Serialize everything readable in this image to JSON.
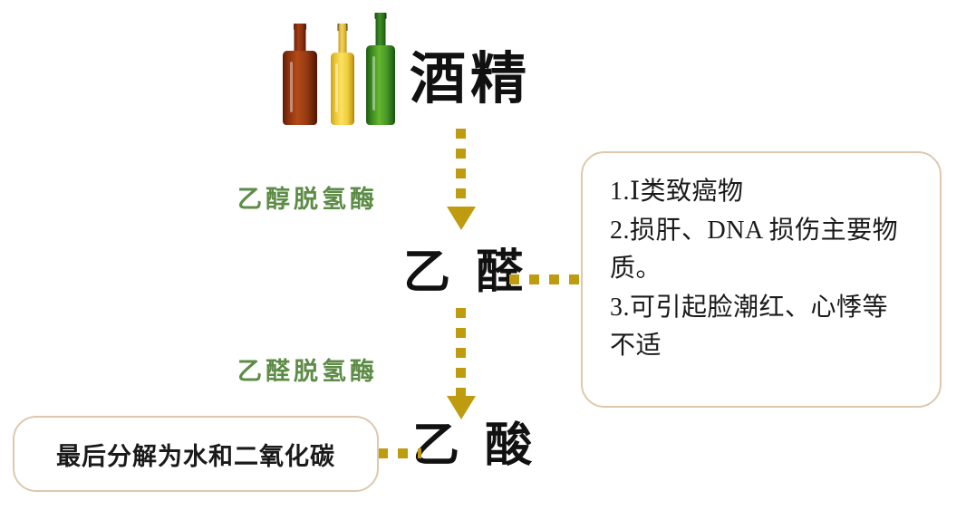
{
  "diagram": {
    "title_node": "酒精",
    "nodes": [
      {
        "id": "alcohol",
        "label": "酒精"
      },
      {
        "id": "acetaldehyde",
        "label": "乙 醛"
      },
      {
        "id": "acetic_acid",
        "label": "乙 酸"
      }
    ],
    "enzymes": [
      {
        "id": "adh",
        "label": "乙醇脱氢酶"
      },
      {
        "id": "aldh",
        "label": "乙醛脱氢酶"
      }
    ],
    "effects_box": {
      "lines": [
        "1.Ⅰ类致癌物",
        "2.损肝、DNA 损伤主要物",
        "质。",
        "3.可引起脸潮红、心悸等",
        "不适"
      ]
    },
    "final_box": {
      "text": "最后分解为水和二氧化碳"
    },
    "bottles": [
      {
        "id": "red",
        "name": "dark-red-bottle"
      },
      {
        "id": "amber",
        "name": "amber-bottle"
      },
      {
        "id": "green",
        "name": "green-bottle"
      }
    ],
    "colors": {
      "arrow": "#bf9b10",
      "enzyme_text": "#5d8c47",
      "box_border": "#ddc8ae",
      "node_text": "#111111",
      "background": "#ffffff"
    }
  }
}
